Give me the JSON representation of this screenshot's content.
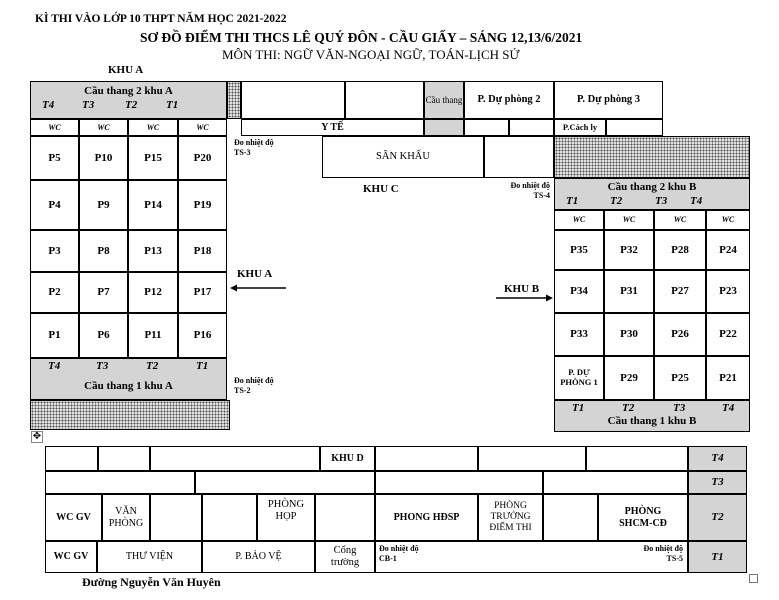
{
  "header": {
    "line1": "KÌ THI VÀO LỚP 10 THPT NĂM HỌC 2021-2022",
    "line2": "SƠ ĐỒ ĐIỂM THI THCS LÊ QUÝ ĐÔN - CẦU GIẤY – SÁNG 12,13/6/2021",
    "line3": "MÔN THI: NGỮ VĂN-NGOẠI NGỮ, TOÁN-LỊCH SỬ"
  },
  "khu_a": {
    "label": "KHU A",
    "stair2": "Cầu thang 2 khu A",
    "stair1": "Cầu thang 1 khu A",
    "wc": "WC",
    "col_t4": "T4",
    "col_t3": "T3",
    "col_t2": "T2",
    "col_t1": "T1",
    "rooms": [
      "P5",
      "P10",
      "P15",
      "P20",
      "P4",
      "P9",
      "P14",
      "P19",
      "P3",
      "P8",
      "P13",
      "P18",
      "P2",
      "P7",
      "P12",
      "P17",
      "P1",
      "P6",
      "P11",
      "P16"
    ],
    "arrow_label": "KHU A"
  },
  "top_row": {
    "y_te": "Y TẾ",
    "cau_thang": "Cầu thang",
    "du_phong_2": "P. Dự phòng 2",
    "du_phong_3": "P. Dự phòng 3",
    "cach_ly": "P.Cách ly"
  },
  "center": {
    "san_khau": "SÂN KHẤU",
    "khu_c": "KHU C",
    "ts3": "Đo nhiệt độ TS-3",
    "ts4": "Đo nhiệt độ TS-4",
    "ts2": "Đo nhiệt độ TS-2"
  },
  "khu_b": {
    "stair2": "Cầu thang 2 khu B",
    "stair1": "Cầu thang 1 khu B",
    "wc": "WC",
    "col_t1": "T1",
    "col_t2": "T2",
    "col_t3": "T3",
    "col_t4": "T4",
    "rooms": [
      "P35",
      "P32",
      "P28",
      "P24",
      "P34",
      "P31",
      "P27",
      "P23",
      "P33",
      "P30",
      "P26",
      "P22",
      "P. DỰ PHÒNG 1",
      "P29",
      "P25",
      "P21"
    ],
    "arrow_label": "KHU B"
  },
  "khu_d": {
    "label": "KHU D",
    "floor_t4": "T4",
    "floor_t3": "T3",
    "floor_t2": "T2",
    "floor_t1": "T1",
    "wc_gv": "WC GV",
    "van_phong": "VĂN PHÒNG",
    "phong_hop": "PHÒNG HỌP",
    "phong_hdsp": "PHONG HĐSP",
    "phong_truong": "PHÒNG TRƯỞNG ĐIỂM THI",
    "phong_shcm": "PHÒNG SHCM-CĐ",
    "thu_vien": "THƯ VIỆN",
    "bao_ve": "P. BẢO VỆ",
    "cong_truong": "Cổng trường",
    "cb1": "Đo nhiệt độ CB-1",
    "ts5": "Đo nhiệt độ TS-5"
  },
  "street": "Đường Nguyễn Văn Huyên"
}
